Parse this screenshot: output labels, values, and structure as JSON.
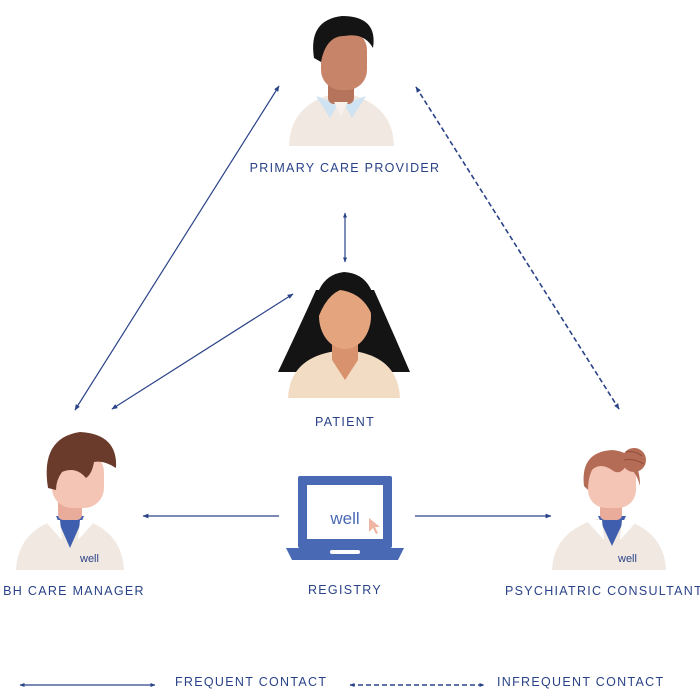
{
  "nodes": {
    "primary_care_provider": {
      "label": "PRIMARY CARE PROVIDER"
    },
    "patient": {
      "label": "PATIENT"
    },
    "bh_care_manager": {
      "label": "BH CARE MANAGER",
      "coat_logo": "well"
    },
    "registry": {
      "label": "REGISTRY",
      "screen_logo": "well"
    },
    "psychiatric_consultant": {
      "label": "PSYCHIATRIC CONSULTANT",
      "coat_logo": "well"
    }
  },
  "legend": {
    "frequent": "FREQUENT CONTACT",
    "infrequent": "INFREQUENT CONTACT"
  },
  "colors": {
    "navy": "#2a4388",
    "laptop_blue": "#4a69b4",
    "skin_light": "#f4c4b4",
    "skin_dark": "#c88468",
    "skin_patient": "#e4a57e",
    "hair_brown": "#6a3a2a",
    "hair_auburn": "#b56c56",
    "hair_black": "#141414",
    "coat": "#f1e8e1",
    "cursor": "#f0b4a2"
  }
}
